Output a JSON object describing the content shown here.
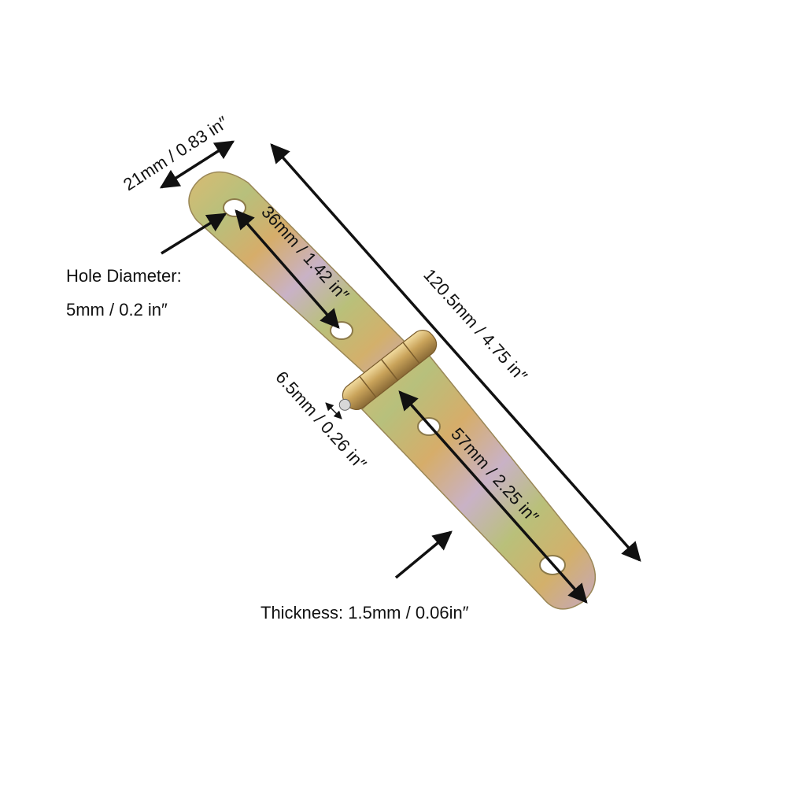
{
  "labels": {
    "width": "21mm / 0.83 in″",
    "length_total": "120.5mm / 4.75 in″",
    "hole_spacing_upper": "36mm / 1.42 in″",
    "hole_spacing_lower": "57mm / 2.25 in″",
    "knuckle": "6.5mm / 0.26 in″",
    "hole_title": "Hole Diameter:",
    "hole_value": "5mm / 0.2 in″",
    "thickness": "Thickness: 1.5mm / 0.06in″"
  },
  "colors": {
    "arrow": "#111111",
    "metal_gold": "#d4b46a",
    "metal_green": "#a9b877",
    "metal_violet": "#c6a9c4",
    "hole_fill": "#ffffff"
  }
}
